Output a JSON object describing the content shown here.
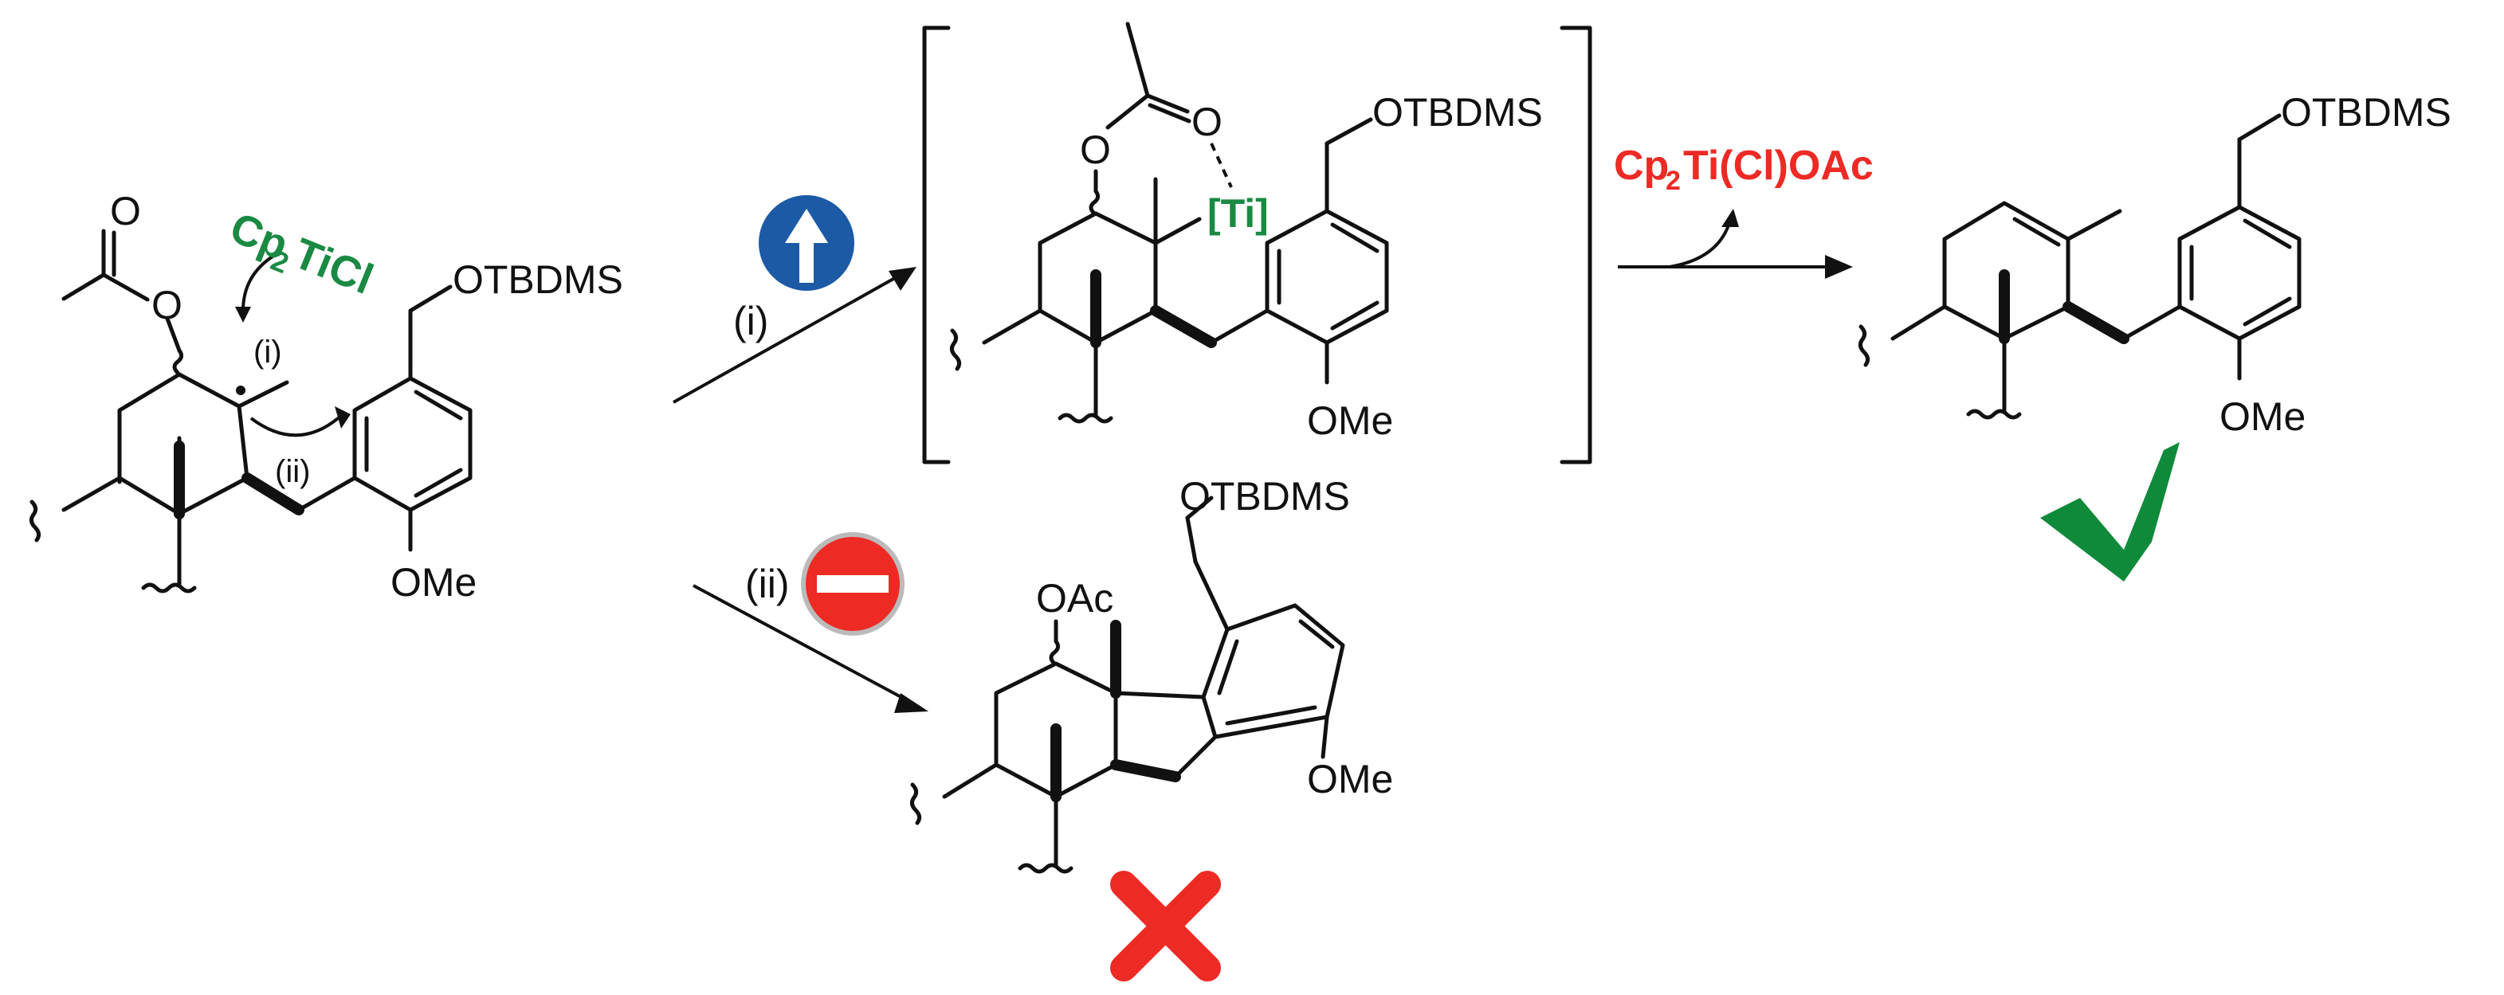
{
  "reagents": {
    "titanocene": "Cp",
    "titanocene_sub": "2",
    "titanocene_rest": "TiCl",
    "byproduct": "Cp",
    "byproduct_sub": "2",
    "byproduct_rest": "Ti(Cl)OAc"
  },
  "labels": {
    "otbdms": "OTBDMS",
    "ome": "OMe",
    "oac": "OAc",
    "o": "O",
    "ti": "[Ti]",
    "step_i": "(i)",
    "step_ii": "(ii)"
  },
  "colors": {
    "green": "#1a8a43",
    "red": "#ee2a24",
    "blue": "#1c5aa6",
    "check_green": "#0f8a3a"
  },
  "icons": {
    "up_arrow_badge": "up-arrow-icon",
    "no_entry_badge": "no-entry-icon",
    "success_mark": "checkmark-icon",
    "failure_mark": "cross-icon"
  }
}
